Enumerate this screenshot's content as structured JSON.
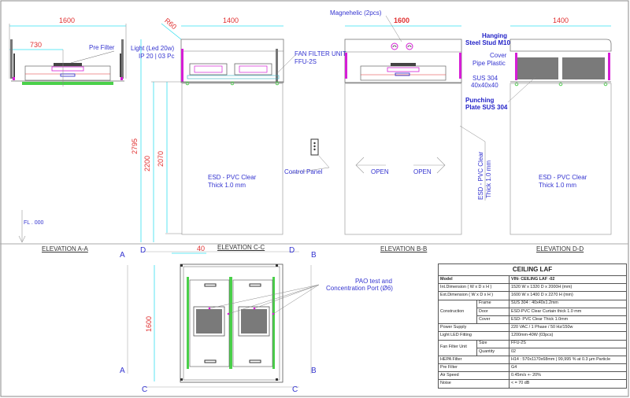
{
  "dimensions": {
    "a_width": "1600",
    "a_offset": "730",
    "c_radius": "R60",
    "c_width": "1400",
    "b_width": "1600",
    "d_width": "1400",
    "total_height": "2795",
    "ceiling_height": "2200",
    "clear_height": "2070",
    "plan_offset": "40",
    "plan_depth": "1600"
  },
  "annotations": {
    "pre_filter": "Pre Filter",
    "light_line1": "Light (Led 20w)",
    "light_line2": "IP 20 | 03 Pc",
    "ffu_line1": "FAN FILTER UNIT",
    "ffu_line2": "FFU-2S",
    "magnehelic": "Magnehelic (2pcs)",
    "hanging_line1": "Hanging",
    "hanging_line2": "Steel Stud M10",
    "cover_line1": "Cover",
    "cover_line2": "Pipe  Plastic",
    "sus_line1": "SUS 304",
    "sus_line2": "40x40x40",
    "punching_line1": "Punching",
    "punching_line2": "Plate SUS 304",
    "esd_c_line1": "ESD - PVC Clear",
    "esd_c_line2": "Thick 1.0 mm",
    "esd_d_line1": "ESD - PVC Clear",
    "esd_d_line2": "Thick 1.0 mm",
    "esd_side_line1": "ESD - PVC Clear",
    "esd_side_line2": "Thick 1.0 mm",
    "control_panel": "Control Panel",
    "open_left": "OPEN",
    "open_right": "OPEN",
    "floor_level": "FL . 000",
    "pao_line1": "PAO test and",
    "pao_line2": "Concentration Port (Ø6)"
  },
  "elevations": {
    "a": "ELEVATION A-A",
    "c": "ELEVATION C-C",
    "b": "ELEVATION B-B",
    "d": "ELEVATION D-D"
  },
  "section_marks": {
    "a_top": "A",
    "a_bottom": "A",
    "b_top": "B",
    "b_bottom": "B",
    "c_left": "C",
    "c_right": "C",
    "d_left": "D",
    "d_right": "D"
  },
  "spec_table": {
    "title": "CEILING LAF",
    "model_label": "Model",
    "model_value": "VIN- CEILING LAF -02",
    "int_dim_label": "Int.Dimension ( W x D x H )",
    "int_dim_value": "1520 W x 1320 D x 2000H (mm)",
    "ext_dim_label": "Ext.Dimension  ( W x D x H )",
    "ext_dim_value": "1600 W x 1400 D x 2270 H (mm)",
    "construction_label": "Construction",
    "frame_label": "Frame",
    "frame_value": "SUS 304 : 40x40x1.2mm",
    "door_label": "Door",
    "door_value": "ESD-PVC Clear Curtain thick 1.0 mm",
    "cover_label": "Cover",
    "cover_value": "ESD- PVC Clear Thick 1.0mm",
    "power_label": "Power Supply",
    "power_value": "220 VAC / 1 Phase / 50 Hz/150w",
    "light_label": "Light LED Fitting",
    "light_value": "1200mm-40W (03pcs)",
    "ffu_label": "Fan Filter Unit",
    "size_label": "Size",
    "size_value": "FFU-2S",
    "qty_label": "Quantity",
    "qty_value": "02",
    "hepa_label": "HEPA Filter",
    "hepa_value": "H14 : 570x1170x68mm | 99,995 % at 0.3 µm Particle",
    "prefilter_label": "Pre Filter",
    "prefilter_value": "G4",
    "airspeed_label": "Air Speed",
    "airspeed_value": "0.45m/s +- 20%",
    "noise_label": "Noise",
    "noise_value": "< = 70 dB"
  },
  "colors": {
    "dimension_line": "#33e0f0",
    "dimension_text": "#e03030",
    "annotation_text": "#3434d0",
    "outline": "#9a9a9a",
    "magenta_part": "#d61ed6",
    "green_part": "#4ad04a",
    "filter_grey": "#7a7a7a"
  }
}
